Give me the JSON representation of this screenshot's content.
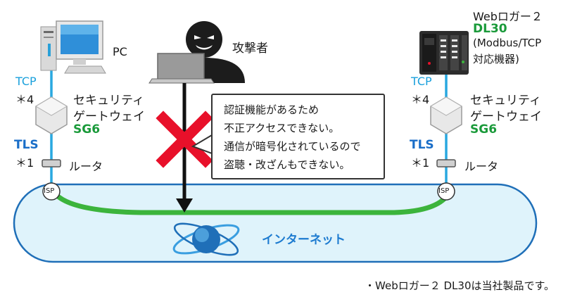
{
  "left": {
    "pc_label": "PC",
    "protocol": "TCP",
    "note_a": "＊4",
    "tls": "TLS",
    "note_b": "＊1",
    "gateway_line1": "セキュリティ",
    "gateway_line2": "ゲートウェイ",
    "gateway_model": "SG6",
    "router_label": "ルータ",
    "isp_label": "ISP"
  },
  "right": {
    "device_line1": "Webロガー２",
    "device_model": "DL30",
    "device_line3": "(Modbus/TCP",
    "device_line4": "対応機器)",
    "protocol": "TCP",
    "note_a": "＊4",
    "tls": "TLS",
    "note_b": "＊1",
    "gateway_line1": "セキュリティ",
    "gateway_line2": "ゲートウェイ",
    "gateway_model": "SG6",
    "router_label": "ルータ",
    "isp_label": "ISP"
  },
  "attacker_label": "攻撃者",
  "callout_lines": [
    "認証機能があるため",
    "不正アクセスできない。",
    "通信が暗号化されているので",
    "盗聴・改ざんもできない。"
  ],
  "internet_label": "インターネット",
  "footnote": "・Webロガー２ DL30は当社製品です。",
  "colors": {
    "cable": "#29a8e0",
    "green_link": "#3cb43c",
    "cloud_fill": "#dff3fb",
    "cloud_stroke": "#1f6fb8",
    "cross": "#e8102a",
    "text_green": "#1a9a3a",
    "text_blue": "#1a6ec8"
  }
}
